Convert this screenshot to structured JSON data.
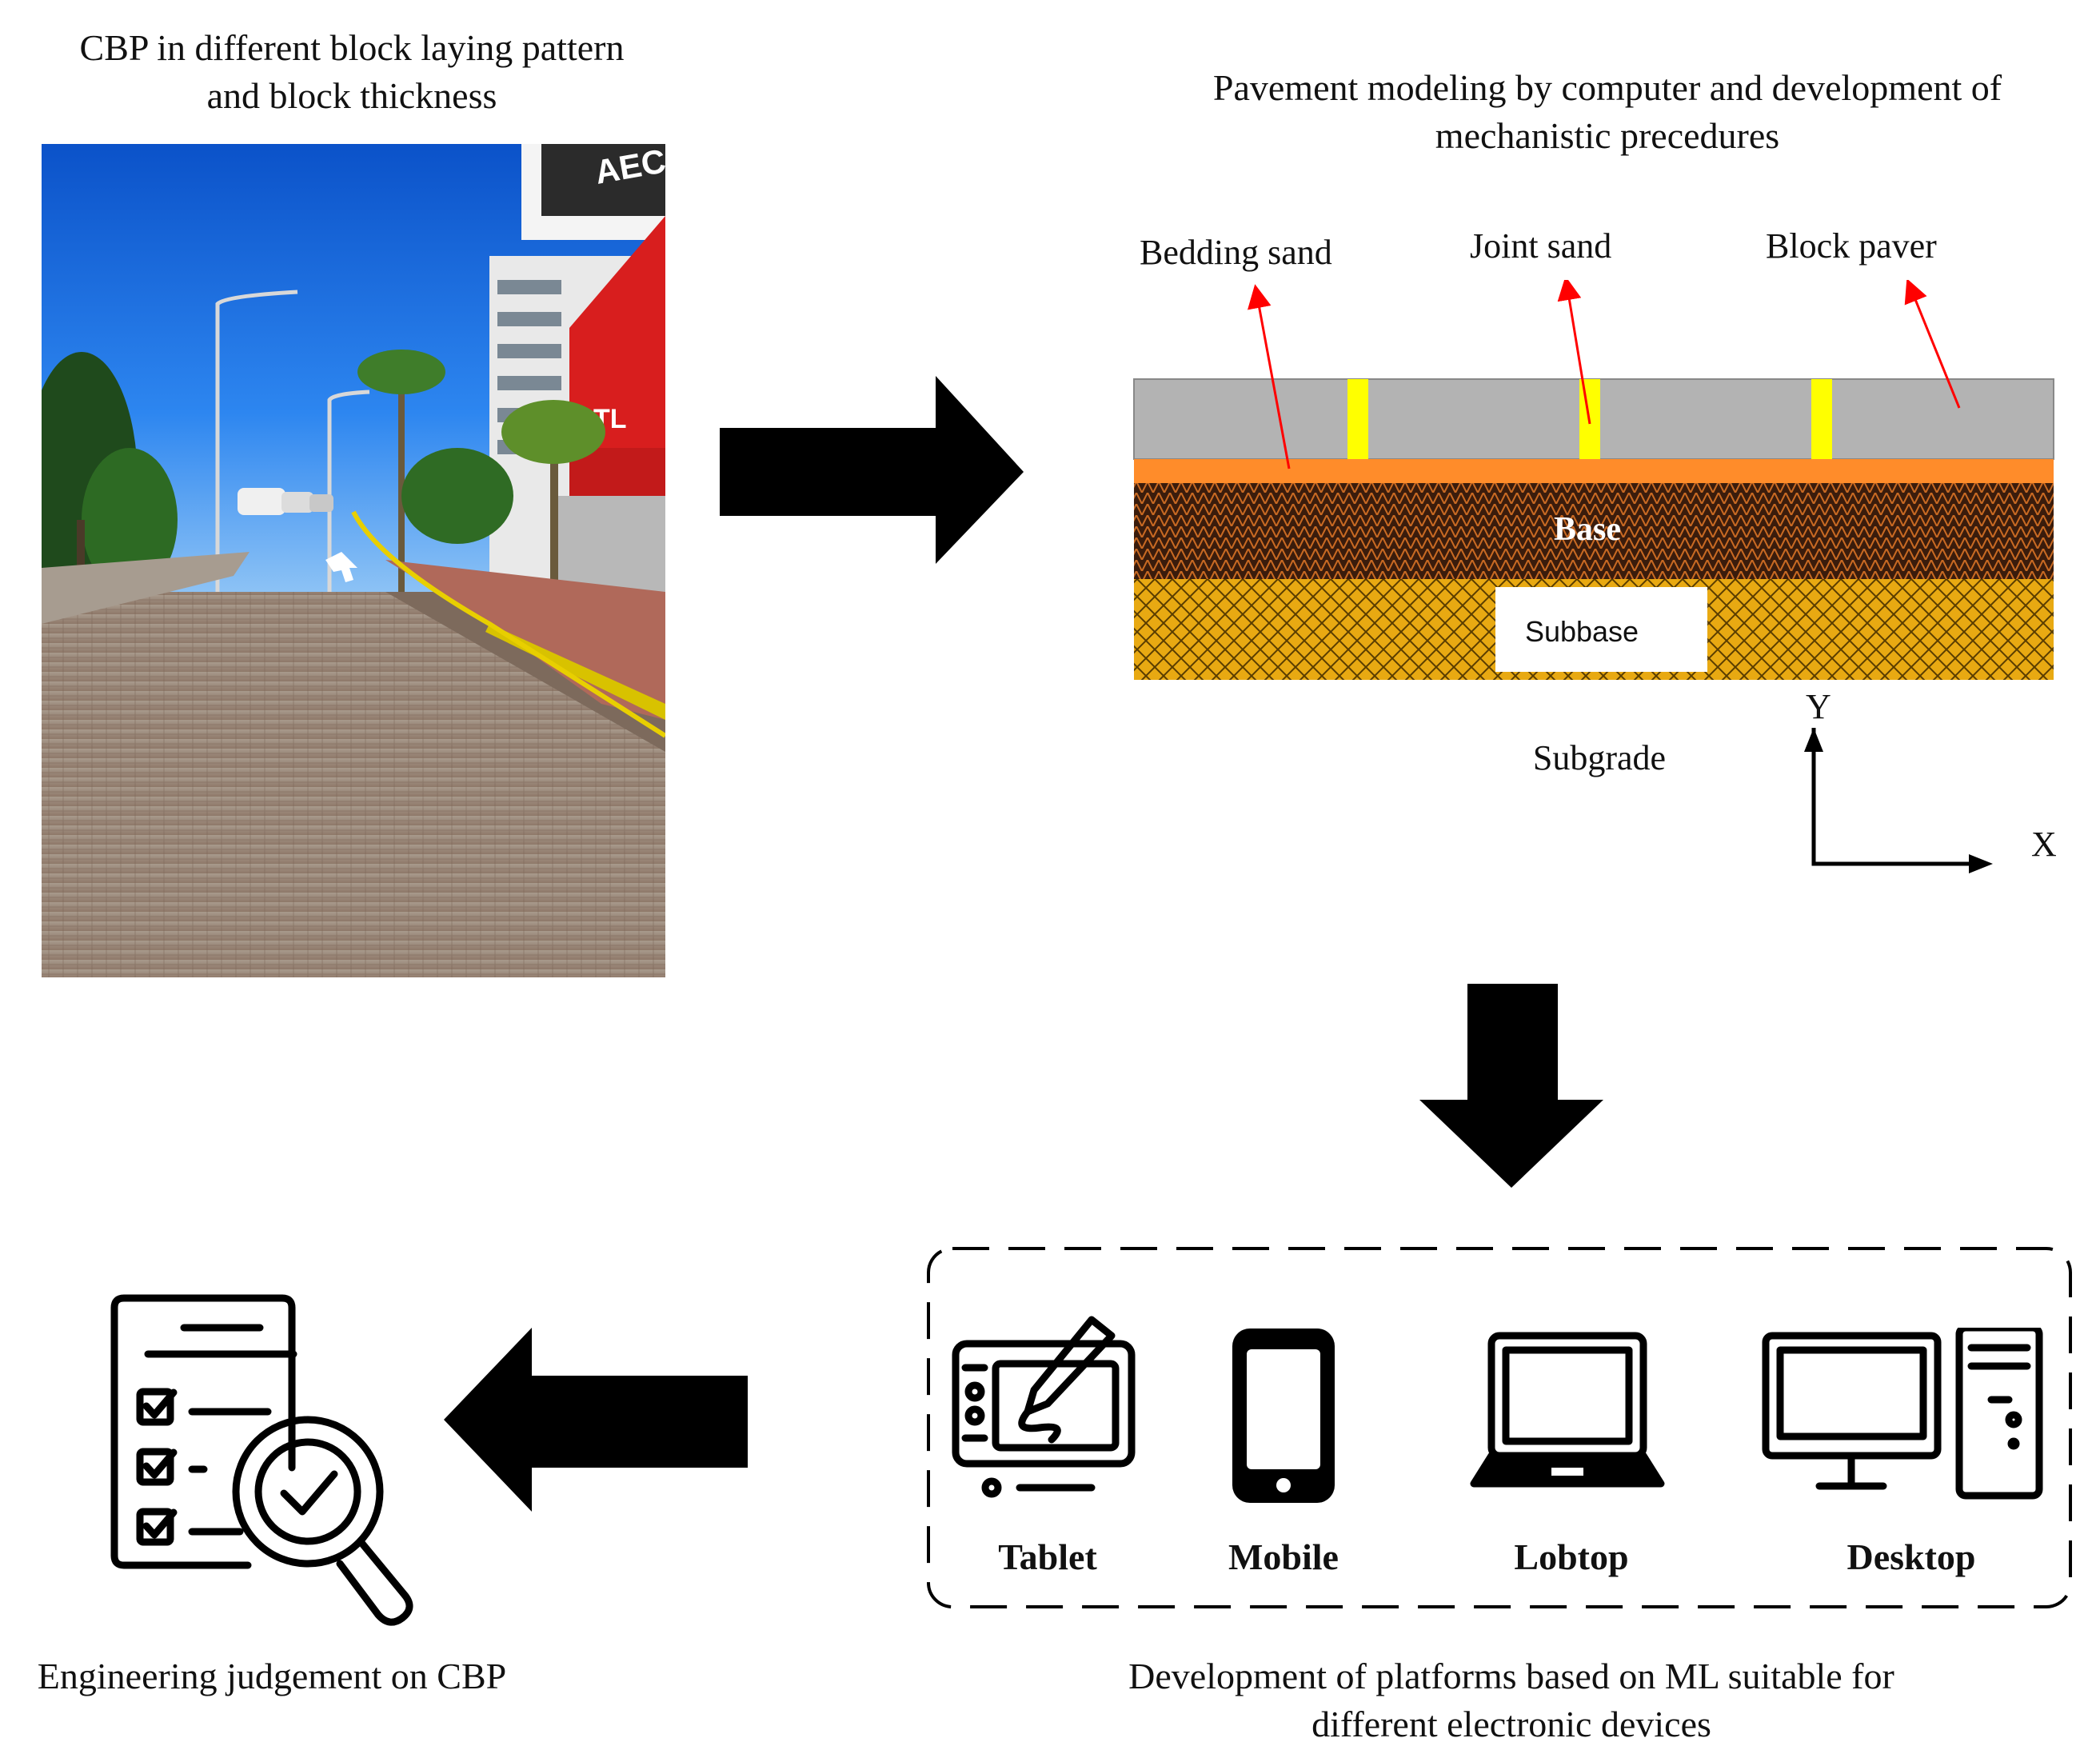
{
  "photo_panel": {
    "caption_line1": "CBP in different block laying pattern",
    "caption_line2": "and block thickness",
    "sign_text_1": "AECO",
    "sign_text_2": "TL"
  },
  "model_panel": {
    "caption_line1": "Pavement modeling by computer and development of",
    "caption_line2": "mechanistic precedures",
    "labels": {
      "bedding_sand": "Bedding sand",
      "joint_sand": "Joint sand",
      "block_paver": "Block paver",
      "base": "Base",
      "subbase": "Subbase",
      "subgrade": "Subgrade",
      "axis_y": "Y",
      "axis_x": "X"
    },
    "colors": {
      "block": "#b3b3b3",
      "joint": "#ffff00",
      "bedding": "#ff8c2a",
      "base": "#3a1c0c",
      "subbase": "#e8a912",
      "arrow": "#ff0000"
    }
  },
  "devices_panel": {
    "caption_line1": "Development of platforms based on ML suitable for",
    "caption_line2": "different electronic devices",
    "devices": [
      {
        "label": "Tablet",
        "icon": "drawing-tablet-icon"
      },
      {
        "label": "Mobile",
        "icon": "mobile-phone-icon"
      },
      {
        "label": "Lobtop",
        "icon": "laptop-icon"
      },
      {
        "label": "Desktop",
        "icon": "desktop-computer-icon"
      }
    ]
  },
  "judgement_panel": {
    "caption": "Engineering judgement on CBP",
    "icon": "checklist-magnifier-icon"
  }
}
